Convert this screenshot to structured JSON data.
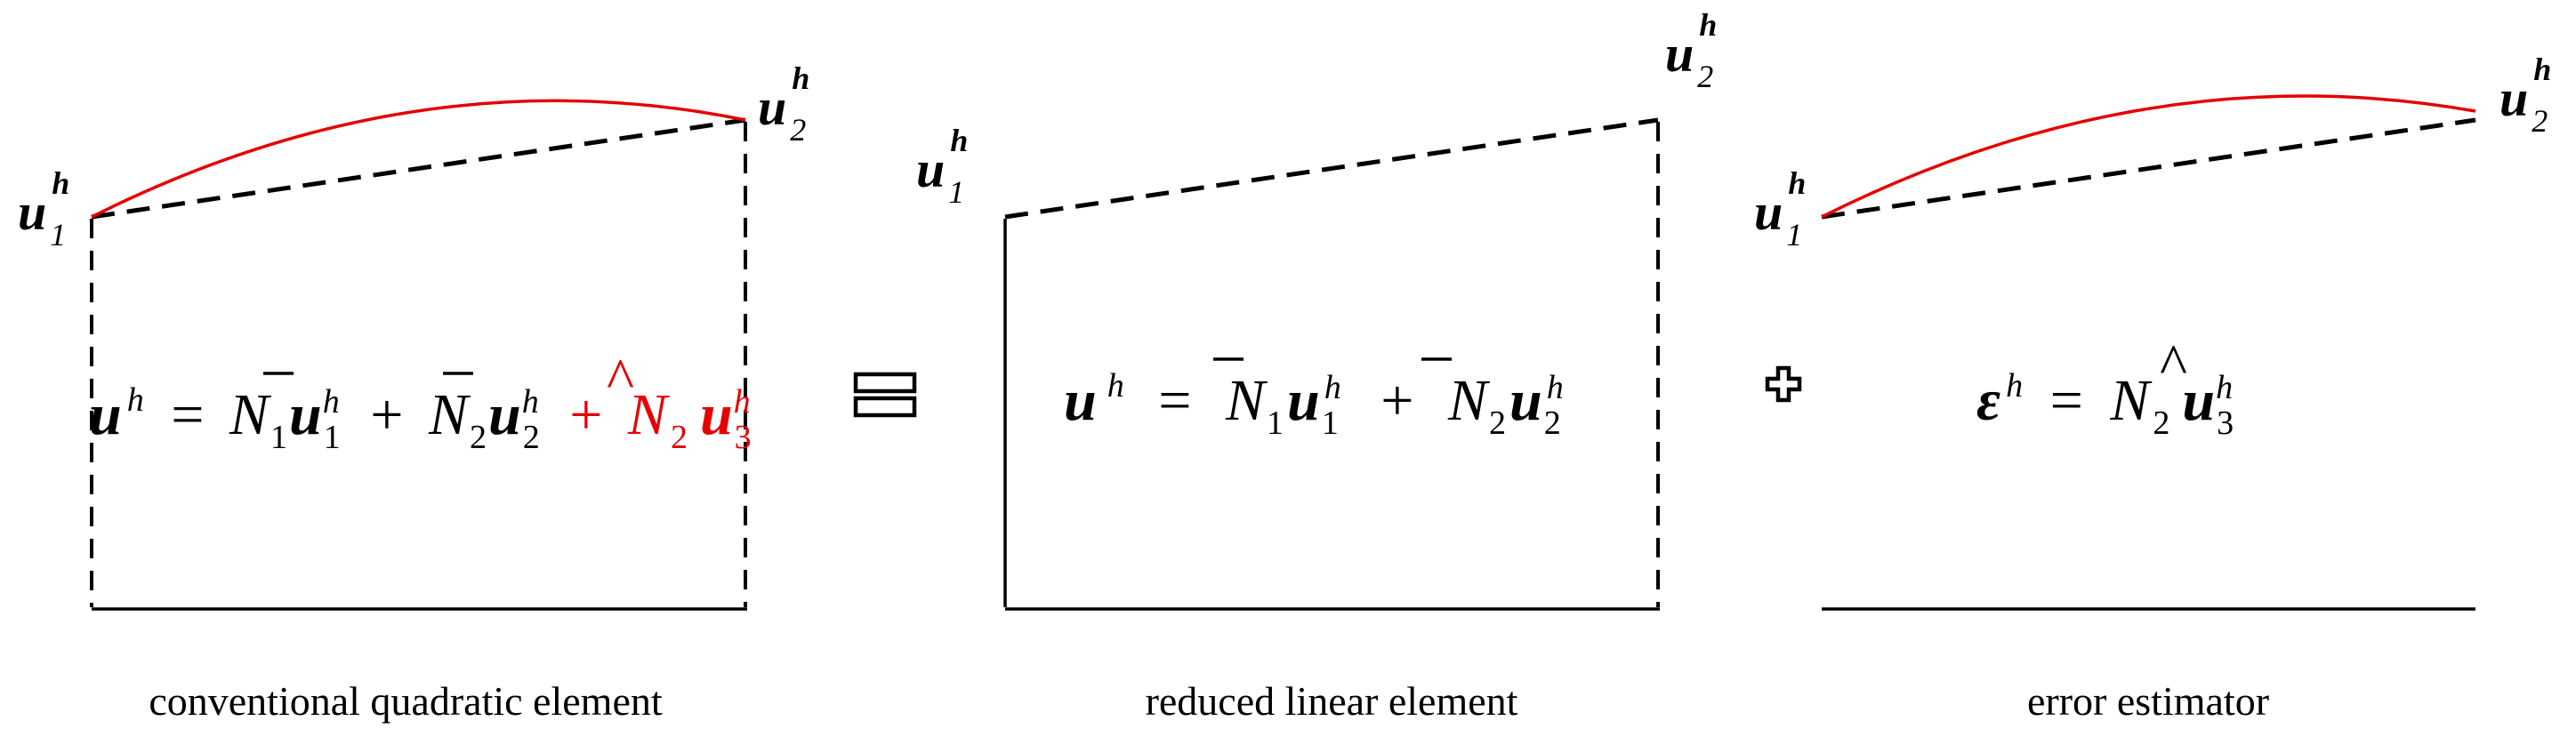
{
  "panels": {
    "conventional": {
      "caption": "conventional quadratic element",
      "node1": {
        "base": "u",
        "sub": "1",
        "sup": "h"
      },
      "node2": {
        "base": "u",
        "sub": "2",
        "sup": "h"
      },
      "equation": {
        "lhs": {
          "base": "u",
          "sup": "h"
        },
        "equals": "=",
        "term1": {
          "base": "N",
          "sub": "1",
          "var": "u",
          "vsub": "1",
          "vsup": "h"
        },
        "plus1": "+",
        "term2": {
          "base": "N",
          "sub": "2",
          "var": "u",
          "vsub": "2",
          "vsup": "h"
        },
        "plus2": "+",
        "term3": {
          "base": "N",
          "hat": "^",
          "sub": "2",
          "var": "u",
          "vsub": "3",
          "vsup": "h"
        }
      }
    },
    "reduced": {
      "caption": "reduced linear element",
      "node1": {
        "base": "u",
        "sub": "1",
        "sup": "h"
      },
      "node2": {
        "base": "u",
        "sub": "2",
        "sup": "h"
      },
      "equation": {
        "lhs": {
          "base": "u",
          "sup": "h"
        },
        "equals": "=",
        "term1": {
          "base": "N",
          "sub": "1",
          "var": "u",
          "vsub": "1",
          "vsup": "h"
        },
        "plus1": "+",
        "term2": {
          "base": "N",
          "sub": "2",
          "var": "u",
          "vsub": "2",
          "vsup": "h"
        }
      }
    },
    "estimator": {
      "caption": "error estimator",
      "node1": {
        "base": "u",
        "sub": "1",
        "sup": "h"
      },
      "node2": {
        "base": "u",
        "sub": "2",
        "sup": "h"
      },
      "equation": {
        "lhs": {
          "base": "ε",
          "sup": "h"
        },
        "equals": "=",
        "term1": {
          "base": "N",
          "hat": "^",
          "sub": "2",
          "var": "u",
          "vsub": "3",
          "vsup": "h"
        }
      }
    }
  },
  "colors": {
    "line": "#000000",
    "enrichment": "#e60000",
    "background": "#ffffff"
  }
}
